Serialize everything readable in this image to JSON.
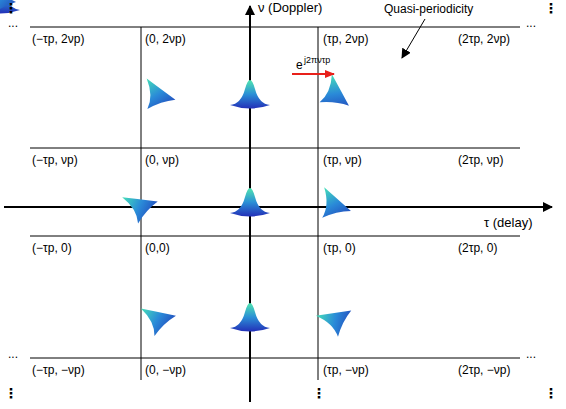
{
  "diagram": {
    "labels": [
      "ν (Doppler)",
      "τ (delay)",
      "Quasi-periodicity",
      "e",
      "j2πντp",
      "⋮",
      "⋮",
      "...",
      "...",
      "(−τp, 2νp)",
      "(0, 2νp)",
      "(τp, 2νp)",
      "(2τp, 2νp)",
      "(−τp, νp)",
      "(0, νp)",
      "(τp, νp)",
      "(2τp, νp)",
      "(−τp, 0)",
      "(0,0)",
      "(τp, 0)",
      "(2τp, 0)",
      "(−τp, −νp)",
      "(0, −νp)",
      "(τp, −νp)",
      "(2τp, −νp)",
      "...",
      "...",
      "⋮",
      "⋮",
      "⋮"
    ]
  }
}
